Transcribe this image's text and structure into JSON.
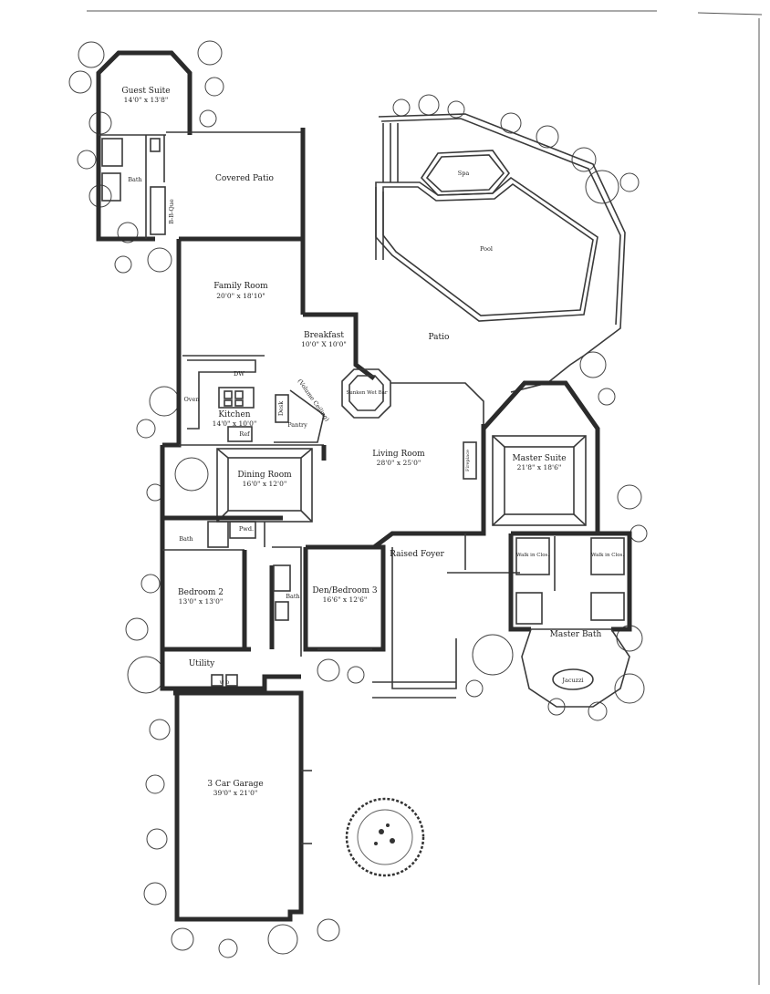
{
  "rooms": {
    "guest_suite": {
      "name": "Guest Suite",
      "dims": "14'0\" x 13'8\""
    },
    "guest_bath": {
      "name": "Bath"
    },
    "bbq": {
      "name": "B-B-Que"
    },
    "covered_patio": {
      "name": "Covered Patio"
    },
    "spa": {
      "name": "Spa"
    },
    "pool": {
      "name": "Pool"
    },
    "patio": {
      "name": "Patio"
    },
    "family_room": {
      "name": "Family Room",
      "dims": "20'0\" x 18'10\""
    },
    "breakfast": {
      "name": "Breakfast",
      "dims": "10'0\" X 10'0\""
    },
    "sunken_wet_bar": {
      "name": "Sunken Wet Bar"
    },
    "kitchen": {
      "name": "Kitchen",
      "dims": "14'0\" x 10'0\""
    },
    "kitchen_dw": {
      "name": "DW"
    },
    "kitchen_oven": {
      "name": "Oven"
    },
    "kitchen_ref": {
      "name": "Ref"
    },
    "desk": {
      "name": "Desk"
    },
    "pantry": {
      "name": "Pantry"
    },
    "volume_ceiling": {
      "name": "(Volume Ceiling)"
    },
    "living_room": {
      "name": "Living Room",
      "dims": "28'0\" x 25'0\""
    },
    "fireplace": {
      "name": "Fireplace"
    },
    "master_suite": {
      "name": "Master Suite",
      "dims": "21'8\" x 18'6\""
    },
    "dining_room": {
      "name": "Dining Room",
      "dims": "16'0\" x 12'0\""
    },
    "bath_2": {
      "name": "Bath"
    },
    "powder": {
      "name": "Pwd."
    },
    "bedroom_2": {
      "name": "Bedroom 2",
      "dims": "13'0\" x 13'0\""
    },
    "den": {
      "name": "Den/Bedroom 3",
      "dims": "16'6\" x 12'6\""
    },
    "bath_3": {
      "name": "Bath"
    },
    "raised_foyer": {
      "name": "Raised Foyer"
    },
    "walk_in_closet_left": {
      "name": "Walk in Clos."
    },
    "walk_in_closet_right": {
      "name": "Walk in Clos."
    },
    "master_bath": {
      "name": "Master Bath"
    },
    "jacuzzi": {
      "name": "Jacuzzi"
    },
    "utility": {
      "name": "Utility"
    },
    "utility_appliances": {
      "name": "W  D"
    },
    "garage": {
      "name": "3 Car Garage",
      "dims": "39'0\" x 21'0\""
    }
  },
  "colors": {
    "wall": "#2b2b2b",
    "line": "#3a3a3a",
    "background": "#ffffff"
  }
}
